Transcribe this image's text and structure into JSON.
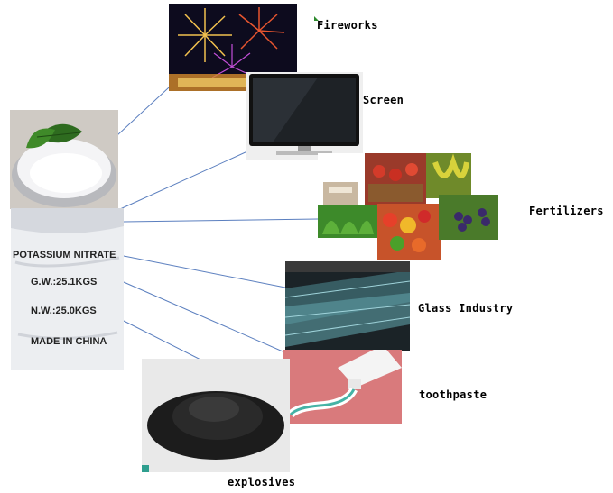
{
  "center": {
    "bag_lines": [
      "POTASSIUM NITRATE",
      "G.W.:25.1KGS",
      "N.W.:25.0KGS",
      "MADE IN CHINA"
    ]
  },
  "uses": [
    {
      "id": "fireworks",
      "label": "Fireworks"
    },
    {
      "id": "screen",
      "label": "Screen"
    },
    {
      "id": "fertilizers",
      "label": "Fertilizers"
    },
    {
      "id": "glass",
      "label": "Glass Industry"
    },
    {
      "id": "toothpaste",
      "label": "toothpaste"
    },
    {
      "id": "explosives",
      "label": "explosives"
    }
  ],
  "colors": {
    "connector": "#5b7fbf",
    "background": "#ffffff"
  }
}
